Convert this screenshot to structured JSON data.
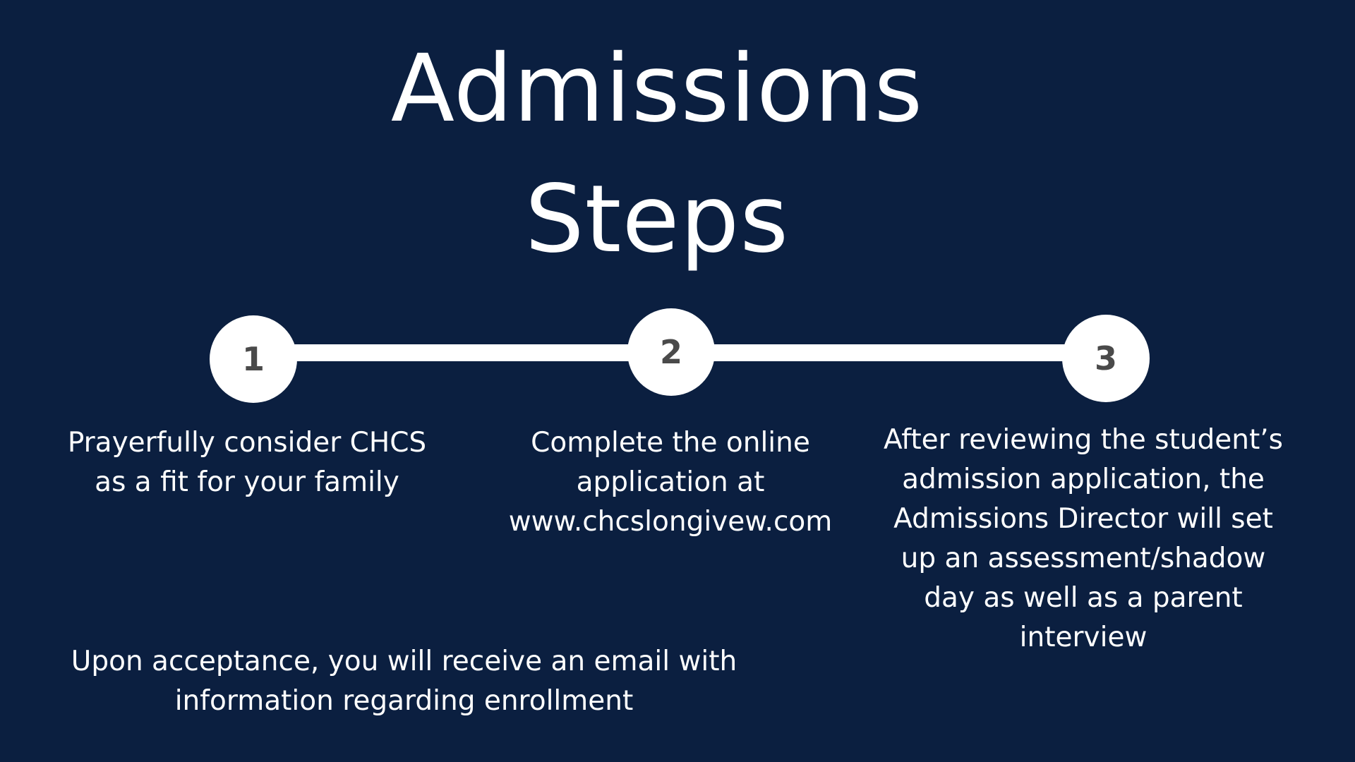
{
  "colors": {
    "background": "#0b1f40",
    "text": "#ffffff",
    "circle": "#ffffff",
    "number": "#4a4a4a"
  },
  "title": {
    "line1": "Admissions",
    "line2": "Steps"
  },
  "steps": [
    {
      "number": "1",
      "lines": [
        "Prayerfully consider CHCS",
        "as a fit for your family"
      ]
    },
    {
      "number": "2",
      "lines": [
        "Complete the online",
        "application at",
        "www.chcslongivew.com"
      ]
    },
    {
      "number": "3",
      "lines": [
        "After reviewing the student’s",
        "admission application, the",
        "Admissions Director will set",
        "up an assessment/shadow",
        "day as well as a parent",
        "interview"
      ]
    }
  ],
  "final": {
    "lines": [
      "Upon acceptance, you will receive an email with",
      "information regarding enrollment"
    ]
  }
}
